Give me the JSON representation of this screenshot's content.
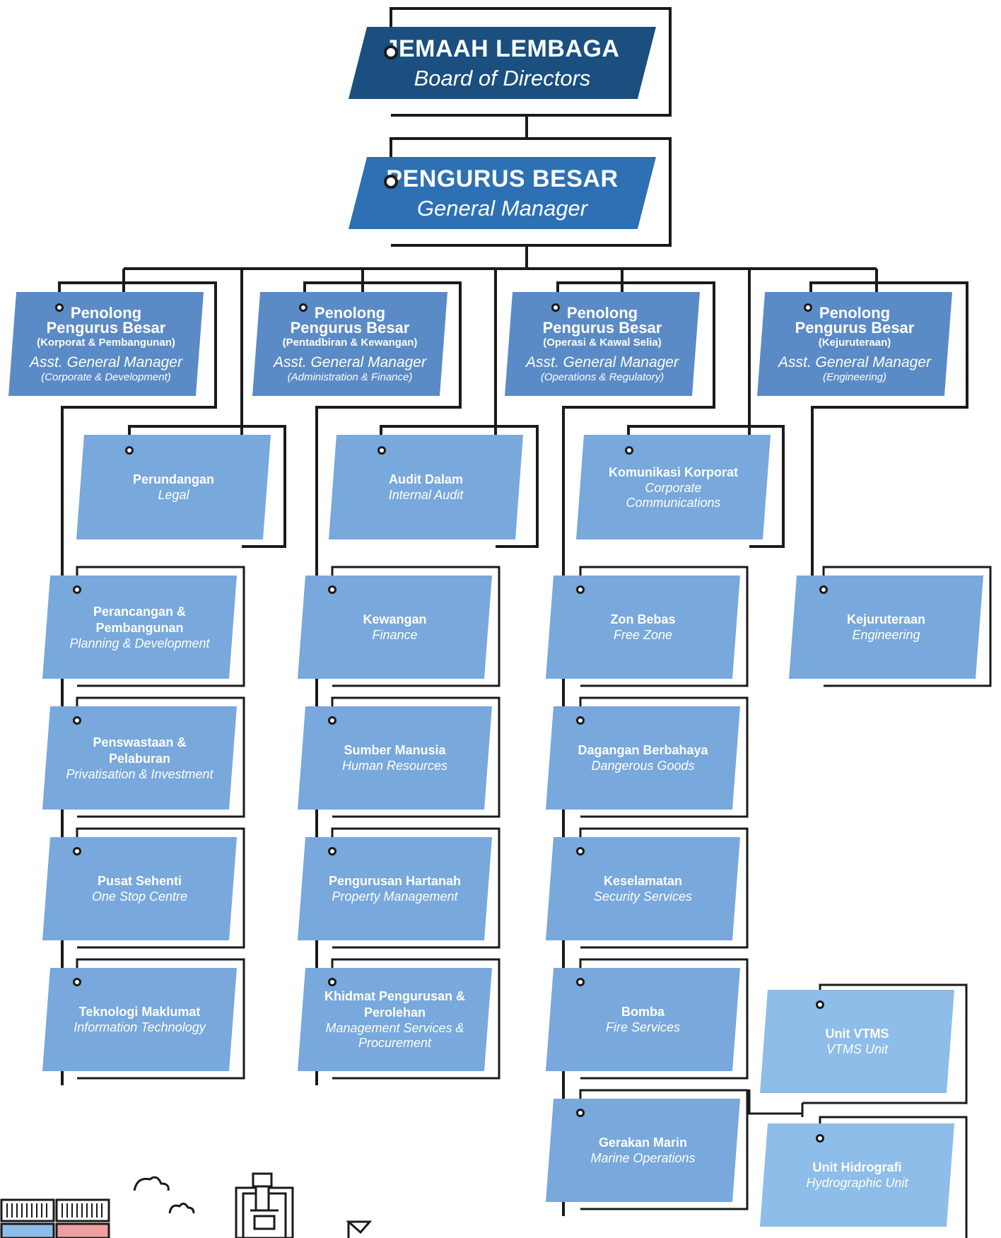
{
  "colors": {
    "top1": "#1a4f7f",
    "top2": "#2d70b4",
    "agm": "#5b8bc6",
    "unit": "#78a8dc",
    "unit_light": "#8dbde8",
    "line": "#1a1a1a"
  },
  "board": {
    "name": "JEMAAH LEMBAGA",
    "name_en": "Board of Directors"
  },
  "gm": {
    "name": "PENGURUS BESAR",
    "name_en": "General Manager"
  },
  "agms": [
    {
      "l1": "Penolong",
      "l2": "Pengurus Besar",
      "sub": "(Korporat & Pembangunan)",
      "en": "Asst. General Manager",
      "en_sub": "(Corporate & Development)"
    },
    {
      "l1": "Penolong",
      "l2": "Pengurus Besar",
      "sub": "(Pentadbiran & Kewangan)",
      "en": "Asst. General Manager",
      "en_sub": "(Administration & Finance)"
    },
    {
      "l1": "Penolong",
      "l2": "Pengurus Besar",
      "sub": "(Operasi & Kawal Selia)",
      "en": "Asst. General Manager",
      "en_sub": "(Operations & Regulatory)"
    },
    {
      "l1": "Penolong",
      "l2": "Pengurus Besar",
      "sub": "(Kejuruteraan)",
      "en": "Asst. General Manager",
      "en_sub": "(Engineering)"
    }
  ],
  "direct_units": [
    {
      "name": "Perundangan",
      "en": "Legal"
    },
    {
      "name": "Audit Dalam",
      "en": "Internal Audit"
    },
    {
      "name": "Komunikasi Korporat",
      "en": "Corporate Communications"
    }
  ],
  "columns": [
    [
      {
        "name": "Perancangan & Pembangunan",
        "en": "Planning & Development"
      },
      {
        "name": "Penswastaan & Pelaburan",
        "en": "Privatisation & Investment"
      },
      {
        "name": "Pusat Sehenti",
        "en": "One Stop Centre"
      },
      {
        "name": "Teknologi Maklumat",
        "en": "Information Technology"
      }
    ],
    [
      {
        "name": "Kewangan",
        "en": "Finance"
      },
      {
        "name": "Sumber Manusia",
        "en": "Human Resources"
      },
      {
        "name": "Pengurusan Hartanah",
        "en": "Property Management"
      },
      {
        "name": "Khidmat Pengurusan & Perolehan",
        "en": "Management Services & Procurement"
      }
    ],
    [
      {
        "name": "Zon Bebas",
        "en": "Free Zone"
      },
      {
        "name": "Dagangan Berbahaya",
        "en": "Dangerous Goods"
      },
      {
        "name": "Keselamatan",
        "en": "Security Services"
      },
      {
        "name": "Bomba",
        "en": "Fire Services"
      },
      {
        "name": "Gerakan Marin",
        "en": "Marine Operations"
      }
    ],
    [
      {
        "name": "Kejuruteraan",
        "en": "Engineering"
      }
    ]
  ],
  "sub_units": [
    {
      "name": "Unit VTMS",
      "en": "VTMS Unit"
    },
    {
      "name": "Unit Hidrografi",
      "en": "Hydrographic Unit"
    }
  ],
  "decor_icons": [
    "container-stack-icon",
    "cloud-icon",
    "crane-icon",
    "flag-icon"
  ]
}
